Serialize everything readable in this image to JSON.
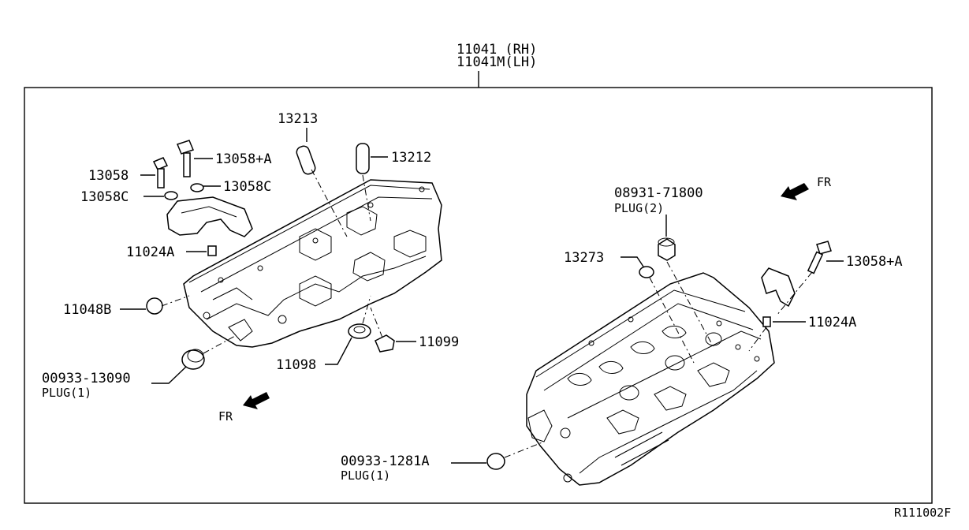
{
  "header": {
    "part_rh": "11041 (RH)",
    "part_lh": "11041M(LH)"
  },
  "labels": {
    "p13213": "13213",
    "p13212": "13212",
    "p13058": "13058",
    "p13058A_left": "13058+A",
    "p13058C_left": "13058C",
    "p13058C_right": "13058C",
    "p11024A_left": "11024A",
    "p11048B": "11048B",
    "p00933_13090": "00933-13090",
    "plug1_left": "PLUG(1)",
    "p11098": "11098",
    "p11099": "11099",
    "p08931": "08931-71800",
    "plug2": "PLUG(2)",
    "p13273": "13273",
    "p13058A_right": "13058+A",
    "p11024A_right": "11024A",
    "p00933_1281A": "00933-1281A",
    "plug1_right": "PLUG(1)",
    "fr_left": "FR",
    "fr_right": "FR"
  },
  "footer": {
    "diagram_id": "R111002F"
  }
}
